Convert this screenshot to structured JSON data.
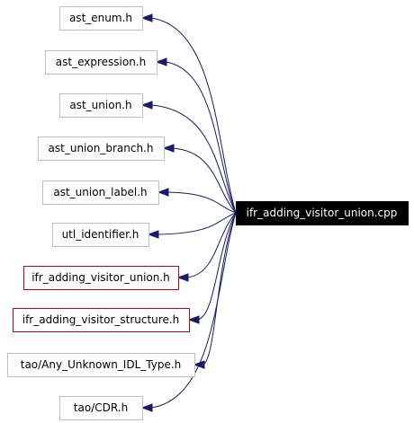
{
  "diagram": {
    "root": {
      "label": "ifr_adding_visitor_union.cpp",
      "style": "root"
    },
    "includes": [
      {
        "label": "ast_enum.h",
        "style": "normal"
      },
      {
        "label": "ast_expression.h",
        "style": "normal"
      },
      {
        "label": "ast_union.h",
        "style": "normal"
      },
      {
        "label": "ast_union_branch.h",
        "style": "normal"
      },
      {
        "label": "ast_union_label.h",
        "style": "normal"
      },
      {
        "label": "utl_identifier.h",
        "style": "normal"
      },
      {
        "label": "ifr_adding_visitor_union.h",
        "style": "red"
      },
      {
        "label": "ifr_adding_visitor_structure.h",
        "style": "red"
      },
      {
        "label": "tao/Any_Unknown_IDL_Type.h",
        "style": "normal"
      },
      {
        "label": "tao/CDR.h",
        "style": "normal"
      }
    ],
    "colors": {
      "edge": "#1a1a66",
      "red_border": "#cc0000",
      "grey_border": "#bfbfbf",
      "root_fill": "#000000"
    }
  }
}
